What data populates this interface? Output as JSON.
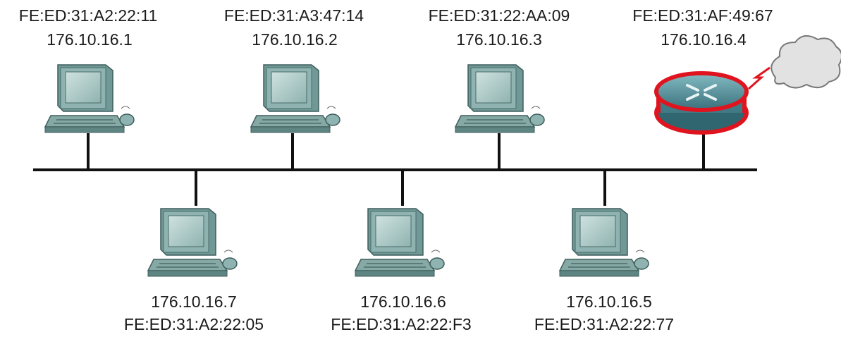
{
  "nodes": [
    {
      "id": "pc1",
      "type": "pc",
      "mac": "FE:ED:31:A2:22:11",
      "ip": "176.10.16.1",
      "row": "top"
    },
    {
      "id": "pc2",
      "type": "pc",
      "mac": "FE:ED:31:A3:47:14",
      "ip": "176.10.16.2",
      "row": "top"
    },
    {
      "id": "pc3",
      "type": "pc",
      "mac": "FE:ED:31:22:AA:09",
      "ip": "176.10.16.3",
      "row": "top"
    },
    {
      "id": "router",
      "type": "router",
      "mac": "FE:ED:31:AF:49:67",
      "ip": "176.10.16.4",
      "row": "top"
    },
    {
      "id": "pc7",
      "type": "pc",
      "mac": "FE:ED:31:A2:22:05",
      "ip": "176.10.16.7",
      "row": "bottom"
    },
    {
      "id": "pc6",
      "type": "pc",
      "mac": "FE:ED:31:A2:22:F3",
      "ip": "176.10.16.6",
      "row": "bottom"
    },
    {
      "id": "pc5",
      "type": "pc",
      "mac": "FE:ED:31:A2:22:77",
      "ip": "176.10.16.5",
      "row": "bottom"
    }
  ],
  "colors": {
    "bus": "#111111",
    "pc_body": "#8fb3b0",
    "pc_screen": "#a9c7c4",
    "pc_dark": "#5f8583",
    "router_ring": "#e0141e",
    "router_body": "#4f8e98",
    "cloud": "#dcdcdc"
  },
  "icons": {
    "pc": "desktop-computer-icon",
    "router": "router-icon",
    "cloud": "cloud-icon",
    "wan": "serial-link-icon"
  }
}
